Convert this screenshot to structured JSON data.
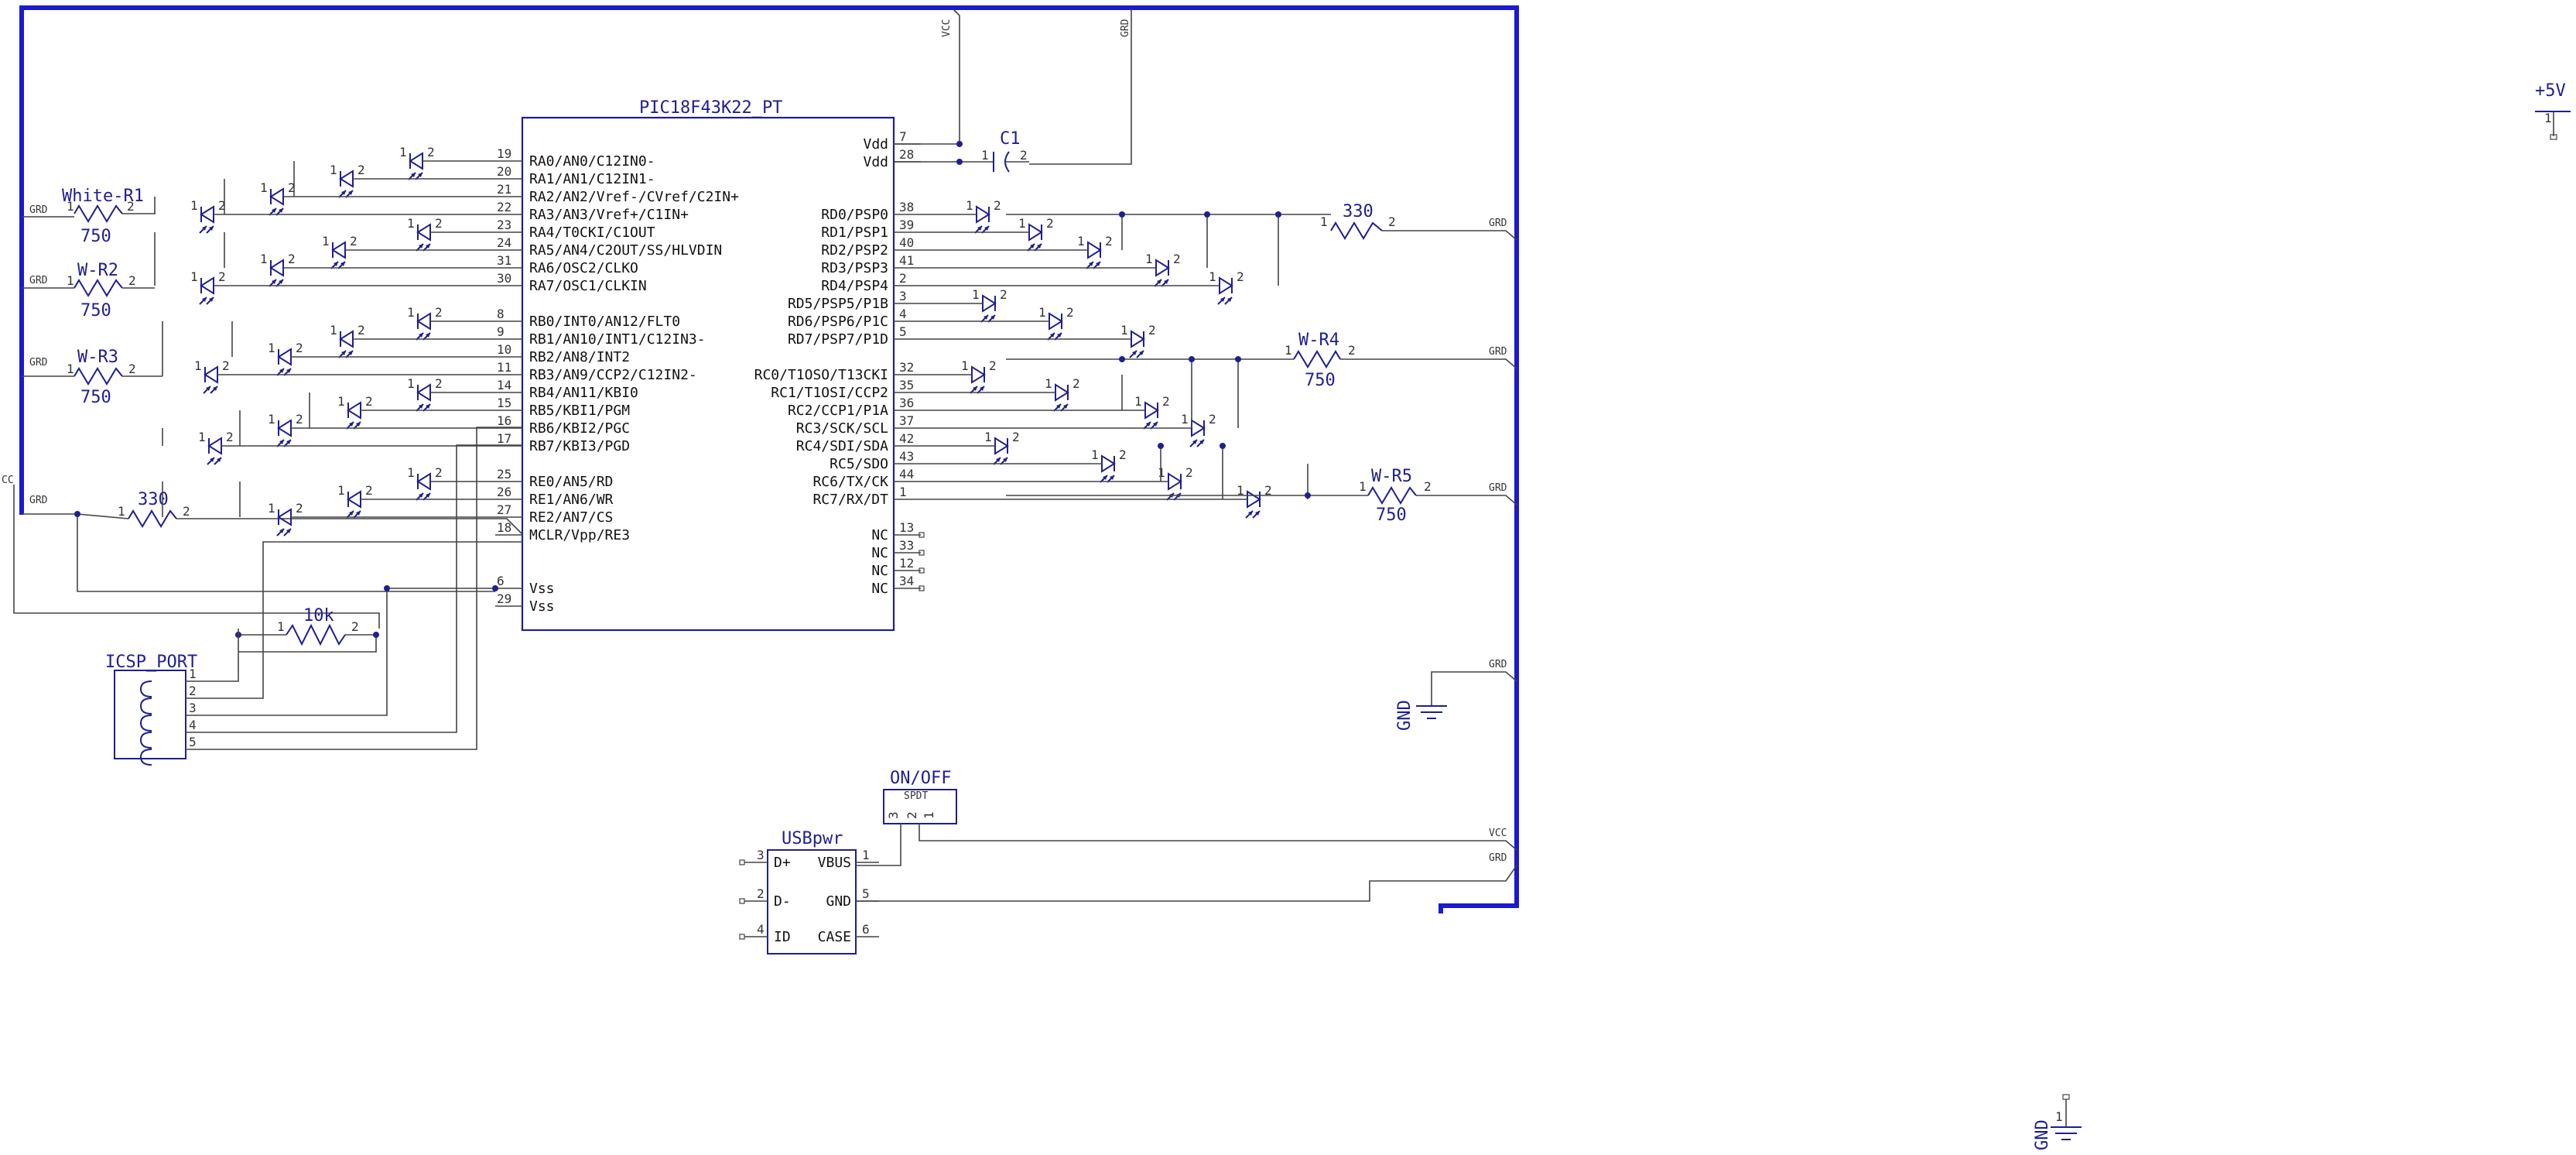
{
  "colors": {
    "component": "#1f1f8f",
    "wire": "#444444",
    "frame": "#1a1ad0",
    "text": "#111111"
  },
  "mcu": {
    "name": "PIC18F43K22_PT",
    "left_pins": [
      {
        "num": "19",
        "label": "RA0/AN0/C12IN0-"
      },
      {
        "num": "20",
        "label": "RA1/AN1/C12IN1-"
      },
      {
        "num": "21",
        "label": "RA2/AN2/Vref-/CVref/C2IN+"
      },
      {
        "num": "22",
        "label": "RA3/AN3/Vref+/C1IN+"
      },
      {
        "num": "23",
        "label": "RA4/T0CKI/C1OUT"
      },
      {
        "num": "24",
        "label": "RA5/AN4/C2OUT/SS/HLVDIN"
      },
      {
        "num": "31",
        "label": "RA6/OSC2/CLKO"
      },
      {
        "num": "30",
        "label": "RA7/OSC1/CLKIN"
      },
      {
        "num": "8",
        "label": "RB0/INT0/AN12/FLT0"
      },
      {
        "num": "9",
        "label": "RB1/AN10/INT1/C12IN3-"
      },
      {
        "num": "10",
        "label": "RB2/AN8/INT2"
      },
      {
        "num": "11",
        "label": "RB3/AN9/CCP2/C12IN2-"
      },
      {
        "num": "14",
        "label": "RB4/AN11/KBI0"
      },
      {
        "num": "15",
        "label": "RB5/KBI1/PGM"
      },
      {
        "num": "16",
        "label": "RB6/KBI2/PGC"
      },
      {
        "num": "17",
        "label": "RB7/KBI3/PGD"
      },
      {
        "num": "25",
        "label": "RE0/AN5/RD"
      },
      {
        "num": "26",
        "label": "RE1/AN6/WR"
      },
      {
        "num": "27",
        "label": "RE2/AN7/CS"
      },
      {
        "num": "18",
        "label": "MCLR/Vpp/RE3"
      },
      {
        "num": "6",
        "label": "Vss"
      },
      {
        "num": "29",
        "label": "Vss"
      }
    ],
    "right_pins": [
      {
        "num": "7",
        "label": "Vdd"
      },
      {
        "num": "28",
        "label": "Vdd"
      },
      {
        "num": "38",
        "label": "RD0/PSP0"
      },
      {
        "num": "39",
        "label": "RD1/PSP1"
      },
      {
        "num": "40",
        "label": "RD2/PSP2"
      },
      {
        "num": "41",
        "label": "RD3/PSP3"
      },
      {
        "num": "2",
        "label": "RD4/PSP4"
      },
      {
        "num": "3",
        "label": "RD5/PSP5/P1B"
      },
      {
        "num": "4",
        "label": "RD6/PSP6/P1C"
      },
      {
        "num": "5",
        "label": "RD7/PSP7/P1D"
      },
      {
        "num": "32",
        "label": "RC0/T1OSO/T13CKI"
      },
      {
        "num": "35",
        "label": "RC1/T1OSI/CCP2"
      },
      {
        "num": "36",
        "label": "RC2/CCP1/P1A"
      },
      {
        "num": "37",
        "label": "RC3/SCK/SCL"
      },
      {
        "num": "42",
        "label": "RC4/SDI/SDA"
      },
      {
        "num": "43",
        "label": "RC5/SDO"
      },
      {
        "num": "44",
        "label": "RC6/TX/CK"
      },
      {
        "num": "1",
        "label": "RC7/RX/DT"
      },
      {
        "num": "13",
        "label": "NC"
      },
      {
        "num": "33",
        "label": "NC"
      },
      {
        "num": "12",
        "label": "NC"
      },
      {
        "num": "34",
        "label": "NC"
      }
    ]
  },
  "resistors": {
    "white_r1": {
      "name": "White-R1",
      "value": "750"
    },
    "w_r2": {
      "name": "W-R2",
      "value": "750"
    },
    "w_r3": {
      "name": "W-R3",
      "value": "750"
    },
    "r_left": {
      "value": "330"
    },
    "r_right": {
      "value": "330"
    },
    "w_r4": {
      "name": "W-R4",
      "value": "750"
    },
    "w_r5": {
      "name": "W-R5",
      "value": "750"
    },
    "r_pullup": {
      "value": "10k"
    }
  },
  "capacitor": {
    "name": "C1"
  },
  "icsp": {
    "name": "ICSP_PORT",
    "pins": [
      "1",
      "2",
      "3",
      "4",
      "5"
    ]
  },
  "usb": {
    "name": "USBpwr",
    "pins": [
      {
        "num": "3",
        "label": "D+"
      },
      {
        "num": "2",
        "label": "D-"
      },
      {
        "num": "4",
        "label": "ID"
      },
      {
        "num": "1",
        "label": "VBUS"
      },
      {
        "num": "5",
        "label": "GND"
      },
      {
        "num": "6",
        "label": "CASE"
      }
    ]
  },
  "switch": {
    "name": "ON/OFF",
    "type": "SPDT",
    "pins": [
      "3",
      "2",
      "1"
    ]
  },
  "power": {
    "plus5v": "+5V",
    "gnd": "GND"
  },
  "nets": {
    "vcc": "VCC",
    "grd": "GRD",
    "cc": "CC"
  }
}
